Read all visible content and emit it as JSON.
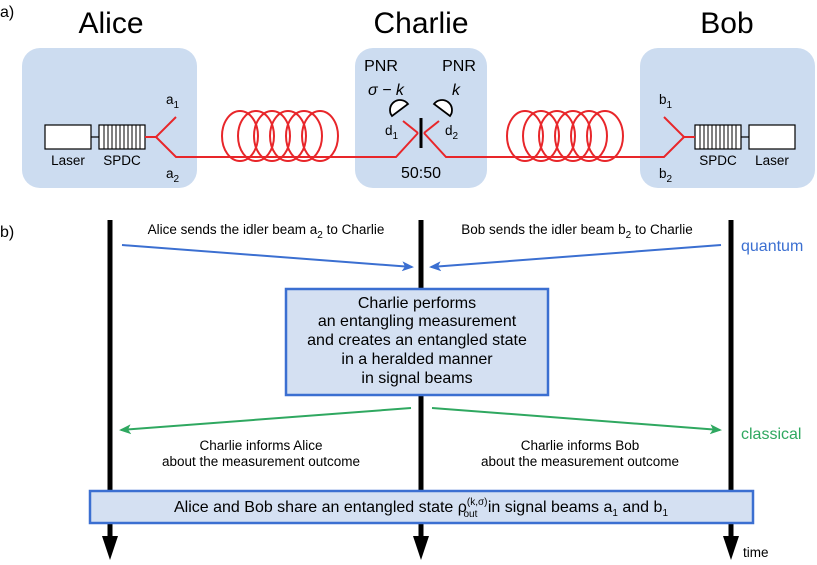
{
  "colors": {
    "lab_box": "#ccdcf0",
    "fiber": "#e8262a",
    "quantum": "#3b6fd1",
    "classical": "#2fa860",
    "process_box_fill": "#d4e0f2",
    "process_box_stroke": "#3b6fd1"
  },
  "panel_a": {
    "label": "a)",
    "alice": {
      "name": "Alice",
      "laser": "Laser",
      "spdc": "SPDC",
      "port_top": "a",
      "port_top_sub": "1",
      "port_bottom": "a",
      "port_bottom_sub": "2"
    },
    "charlie": {
      "name": "Charlie",
      "pnr_left": "PNR",
      "pnr_right": "PNR",
      "count_left": "σ − k",
      "count_right": "k",
      "det_left": "d",
      "det_left_sub": "1",
      "det_right": "d",
      "det_right_sub": "2",
      "splitter": "50:50"
    },
    "bob": {
      "name": "Bob",
      "laser": "Laser",
      "spdc": "SPDC",
      "port_top": "b",
      "port_top_sub": "1",
      "port_bottom": "b",
      "port_bottom_sub": "2"
    }
  },
  "panel_b": {
    "label": "b)",
    "alice_sends": "Alice sends the idler beam ",
    "alice_sends_var": "a",
    "alice_sends_sub": "2",
    "alice_sends_end": " to Charlie",
    "bob_sends": "Bob sends the idler beam ",
    "bob_sends_var": "b",
    "bob_sends_sub": "2",
    "bob_sends_end": " to Charlie",
    "quantum_label": "quantum",
    "charlie_box_lines": [
      "Charlie performs",
      "an entangling measurement",
      "and creates an entangled state",
      "in a heralded manner",
      "in signal beams"
    ],
    "classical_label": "classical",
    "inform_alice_1": "Charlie informs Alice",
    "inform_alice_2": "about the measurement outcome",
    "inform_bob_1": "Charlie informs Bob",
    "inform_bob_2": "about the measurement outcome",
    "share_pre": "Alice and Bob share an entangled state ",
    "share_rho": "ρ",
    "share_rho_sup": "(k,σ)",
    "share_rho_sub": "out",
    "share_mid": " in signal beams ",
    "share_a": "a",
    "share_a_sub": "1",
    "share_and": " and ",
    "share_b": "b",
    "share_b_sub": "1",
    "time_label": "time"
  }
}
